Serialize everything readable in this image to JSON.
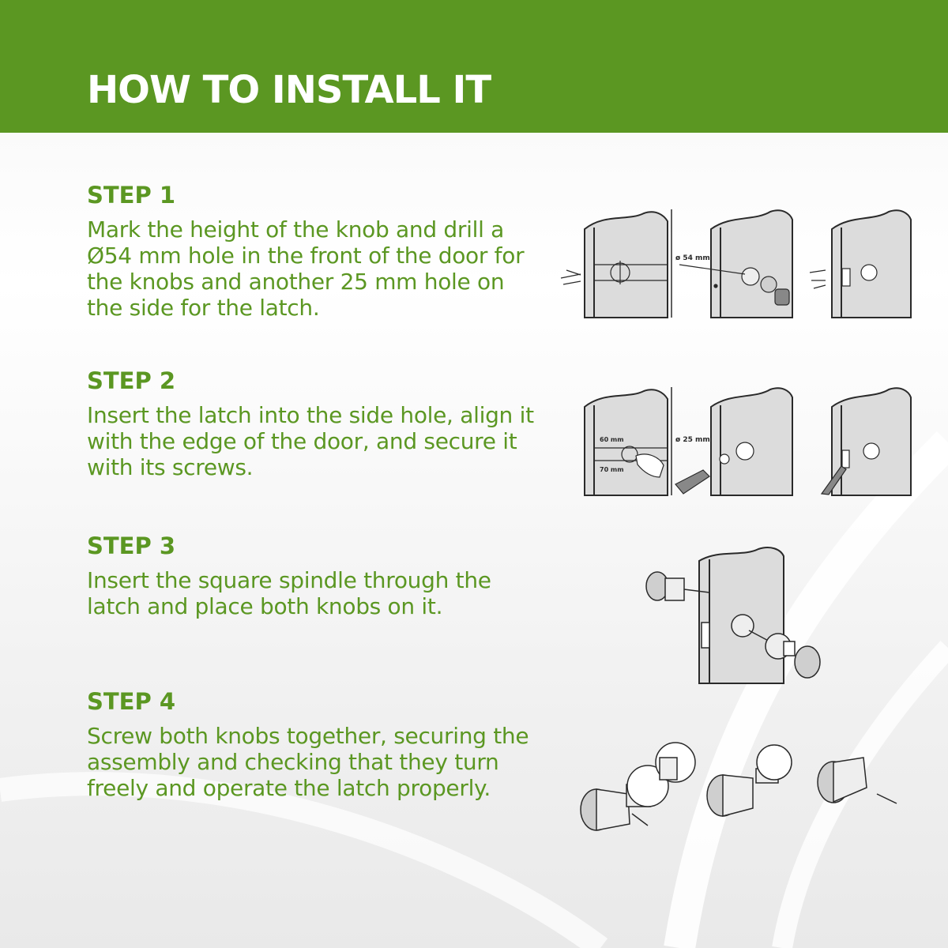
{
  "header": {
    "title": "HOW TO INSTALL IT"
  },
  "steps": [
    {
      "label": "STEP 1",
      "text": "Mark the height of the knob and drill a Ø54 mm hole in the front of the door for the knobs and another 25 mm hole on the side for the latch.",
      "annotations": [
        "ø 54 mm"
      ]
    },
    {
      "label": "STEP 2",
      "text": "Insert the latch into the side hole, align it with the edge of the door, and secure it with its screws.",
      "annotations": [
        "60 mm",
        "70 mm",
        "ø 25 mm"
      ]
    },
    {
      "label": "STEP 3",
      "text": "Insert the square spindle through the latch and place both knobs on it."
    },
    {
      "label": "STEP 4",
      "text": "Screw both knobs together, securing the assembly and checking that they turn freely and operate the latch properly."
    }
  ],
  "colors": {
    "brand_green": "#5b9722",
    "header_text": "#ffffff",
    "line_art": "#2a2a2a",
    "door_fill": "#dcdcdc"
  },
  "icons": [
    "door-drilling-illustration",
    "latch-install-illustration",
    "spindle-knob-illustration",
    "knob-assembly-illustration"
  ]
}
